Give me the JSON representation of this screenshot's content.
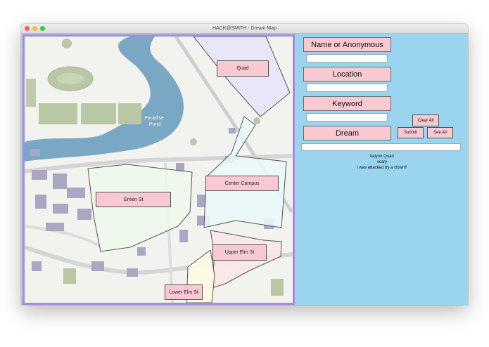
{
  "window": {
    "title": "HACK@SMITH - Dream Map"
  },
  "map": {
    "pond_label": "Paradise\nPond",
    "areas": {
      "quad": "Quad",
      "center_campus": "Center Campus",
      "green_st": "Green St",
      "upper_elm_st": "Upper Elm St",
      "lower_elm_st": "Lower Elm St"
    },
    "area_colors": {
      "quad": "#e6e4f8",
      "center_campus": "#eaf9fb",
      "green_st": "#eef9ec",
      "upper_elm_st": "#fbe5e8",
      "lower_elm_st": "#fdfbe3"
    }
  },
  "form": {
    "name_label": "Name or Anonymous",
    "location_label": "Location",
    "keyword_label": "Keyword",
    "dream_label": "Dream",
    "name_value": "",
    "location_value": "",
    "keyword_value": "",
    "dream_value": ""
  },
  "buttons": {
    "clear_all": "Clear All",
    "submit": "Submit",
    "see_all": "See All"
  },
  "result": {
    "line1": "kalynn Quad",
    "line2": "scary",
    "line3": "i was attacked by a clown!!"
  },
  "colors": {
    "panel_bg": "#9bd4ee",
    "button_pink": "#f8c9d3",
    "map_border": "#a98bd8"
  }
}
